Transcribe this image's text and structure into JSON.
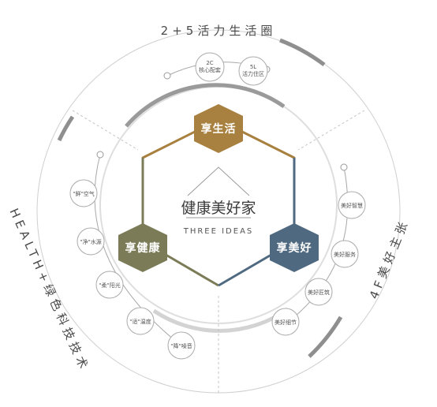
{
  "center": {
    "brand": "健康美好家",
    "subtitle": "THREE IDEAS"
  },
  "hexes": {
    "top": {
      "label": "享生活",
      "color": "#a8803f"
    },
    "left": {
      "label": "享健康",
      "color": "#7b7c57"
    },
    "right": {
      "label": "享美好",
      "color": "#4f6a80"
    }
  },
  "arcs": {
    "top": "2+5活力生活圈",
    "left": "HEALTH+绿色科技技术",
    "right": "4F美好主张"
  },
  "top_nodes": [
    {
      "line1": "2C",
      "line2": "核心配套"
    },
    {
      "line1": "5L",
      "line2": "活力住区"
    }
  ],
  "left_nodes": [
    {
      "label": "\"鲜\"空气"
    },
    {
      "label": "\"净\"水源"
    },
    {
      "label": "\"柔\"阳光"
    },
    {
      "label": "\"适\"温度"
    },
    {
      "label": "\"降\"噪音"
    }
  ],
  "right_nodes": [
    {
      "label": "美好智慧"
    },
    {
      "label": "美好服务"
    },
    {
      "label": "美好匠筑"
    },
    {
      "label": "美好细节"
    }
  ]
}
